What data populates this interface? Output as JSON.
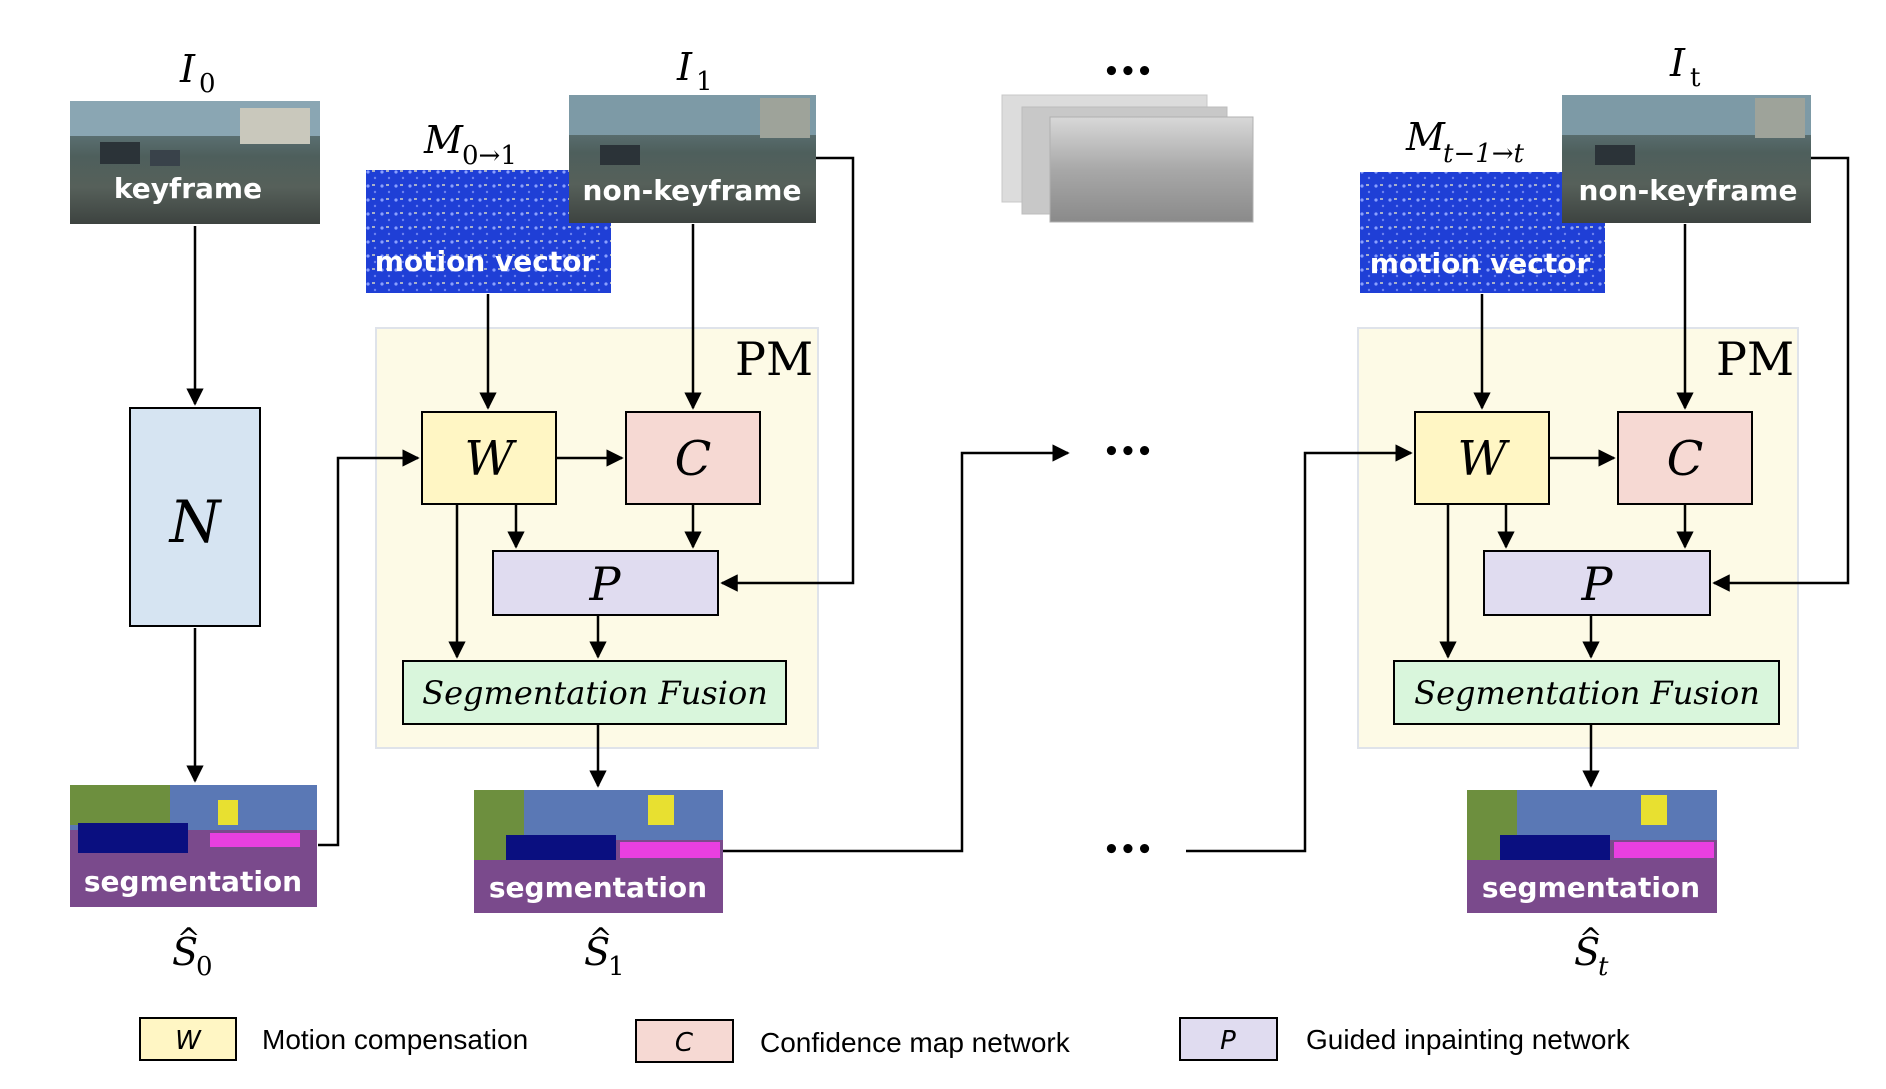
{
  "colors": {
    "w_box": "#fff6c4",
    "c_box": "#f6d9d3",
    "p_box": "#e0dcf0",
    "n_box": "#d6e4f2",
    "fusion_box": "#d9f6dc",
    "pm_region": "#fdfae6",
    "motion_vector_blue": "#1f3fd6",
    "segmentation_purple": "#7a4a8c"
  },
  "frames": {
    "keyframe": {
      "symbol": "I",
      "sub": "0",
      "label": "keyframe"
    },
    "nonkeyframe1": {
      "symbol": "I",
      "sub": "1",
      "label": "non-keyframe"
    },
    "nonkeyframe_t": {
      "symbol": "I",
      "sub": "t",
      "label": "non-keyframe"
    }
  },
  "motion": {
    "m1": {
      "symbol": "M",
      "sub": "0→1",
      "label": "motion vector"
    },
    "mt": {
      "symbol": "M",
      "sub": "t−1→t",
      "label": "motion vector"
    }
  },
  "network": {
    "N": "N"
  },
  "module": {
    "pm_label": "PM",
    "w": "W",
    "c": "C",
    "p": "P",
    "fusion": "Segmentation Fusion"
  },
  "outputs": {
    "s0": {
      "symbol": "S",
      "sub": "0",
      "label": "segmentation"
    },
    "s1": {
      "symbol": "S",
      "sub": "1",
      "label": "segmentation"
    },
    "st": {
      "symbol": "S",
      "sub": "t",
      "label": "segmentation"
    }
  },
  "ellipsis": "•••",
  "legend": {
    "w": {
      "letter": "W",
      "text": "Motion compensation"
    },
    "c": {
      "letter": "C",
      "text": "Confidence map network"
    },
    "p": {
      "letter": "P",
      "text": "Guided inpainting network"
    }
  }
}
